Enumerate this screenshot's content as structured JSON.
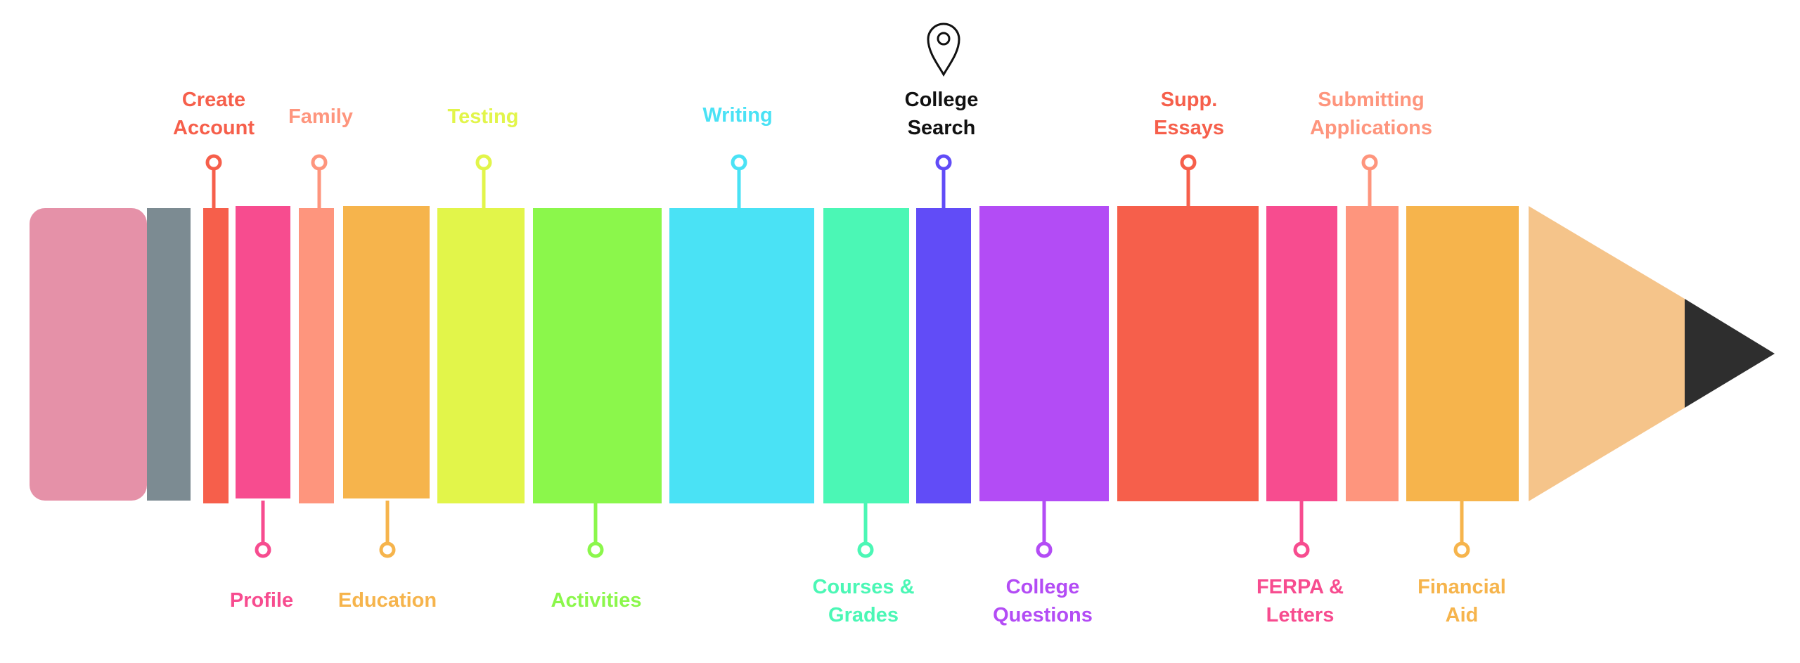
{
  "title_icon": "map-pin-icon",
  "colors": {
    "eraser": "#E591A8",
    "ferrule": "#7C8B92",
    "wood": "#F5C48A",
    "graphite": "#2E2E2E",
    "red": "#F65F4B",
    "pink": "#F74C8F",
    "salmon": "#FE957D",
    "orange": "#F6B44C",
    "yellow": "#E2F54A",
    "green": "#8BF74B",
    "cyan": "#4AE2F5",
    "teal": "#4BF7B5",
    "blue": "#614CF7",
    "purple": "#B34CF5",
    "black": "#111111"
  },
  "steps": {
    "create_account": "Create\nAccount",
    "profile": "Profile",
    "family": "Family",
    "education": "Education",
    "testing": "Testing",
    "activities": "Activities",
    "writing": "Writing",
    "courses_grades": "Courses &\nGrades",
    "college_search": "College\nSearch",
    "college_questions": "College\nQuestions",
    "supp_essays": "Supp.\nEssays",
    "ferpa_letters": "FERPA &\nLetters",
    "submitting_applications": "Submitting\nApplications",
    "financial_aid": "Financial\nAid"
  }
}
